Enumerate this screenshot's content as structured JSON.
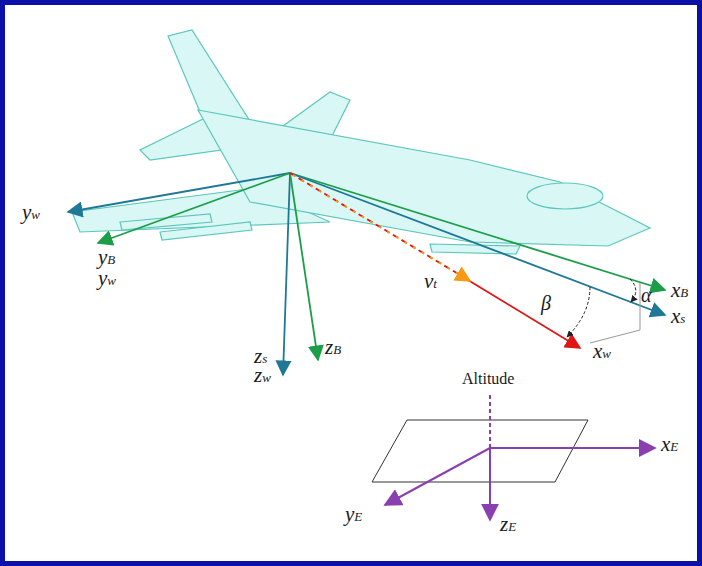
{
  "diagram": {
    "labels": [
      "yw",
      "yB",
      "yw",
      "vt",
      "α",
      "xB",
      "xs",
      "β",
      "xw",
      "zs",
      "zw",
      "zB",
      "Altitude",
      "xE",
      "yE",
      "zE"
    ]
  }
}
